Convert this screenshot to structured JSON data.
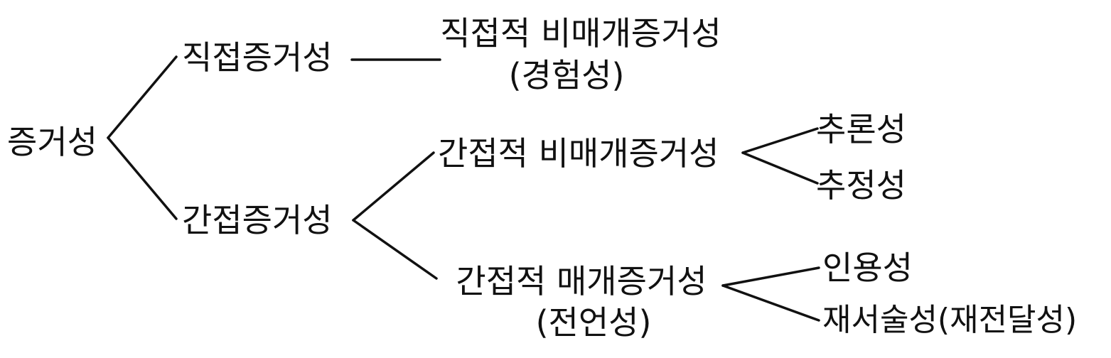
{
  "tree": {
    "root": "증거성",
    "direct": {
      "label": "직접증거성",
      "child": {
        "line1": "직접적 비매개증거성",
        "line2": "(경험성)"
      }
    },
    "indirect": {
      "label": "간접증거성",
      "unmediated": {
        "label": "간접적 비매개증거성",
        "children": [
          "추론성",
          "추정성"
        ]
      },
      "mediated": {
        "line1": "간접적 매개증거성",
        "line2": "(전언성)",
        "children": [
          "인용성",
          "재서술성(재전달성)"
        ]
      }
    }
  }
}
